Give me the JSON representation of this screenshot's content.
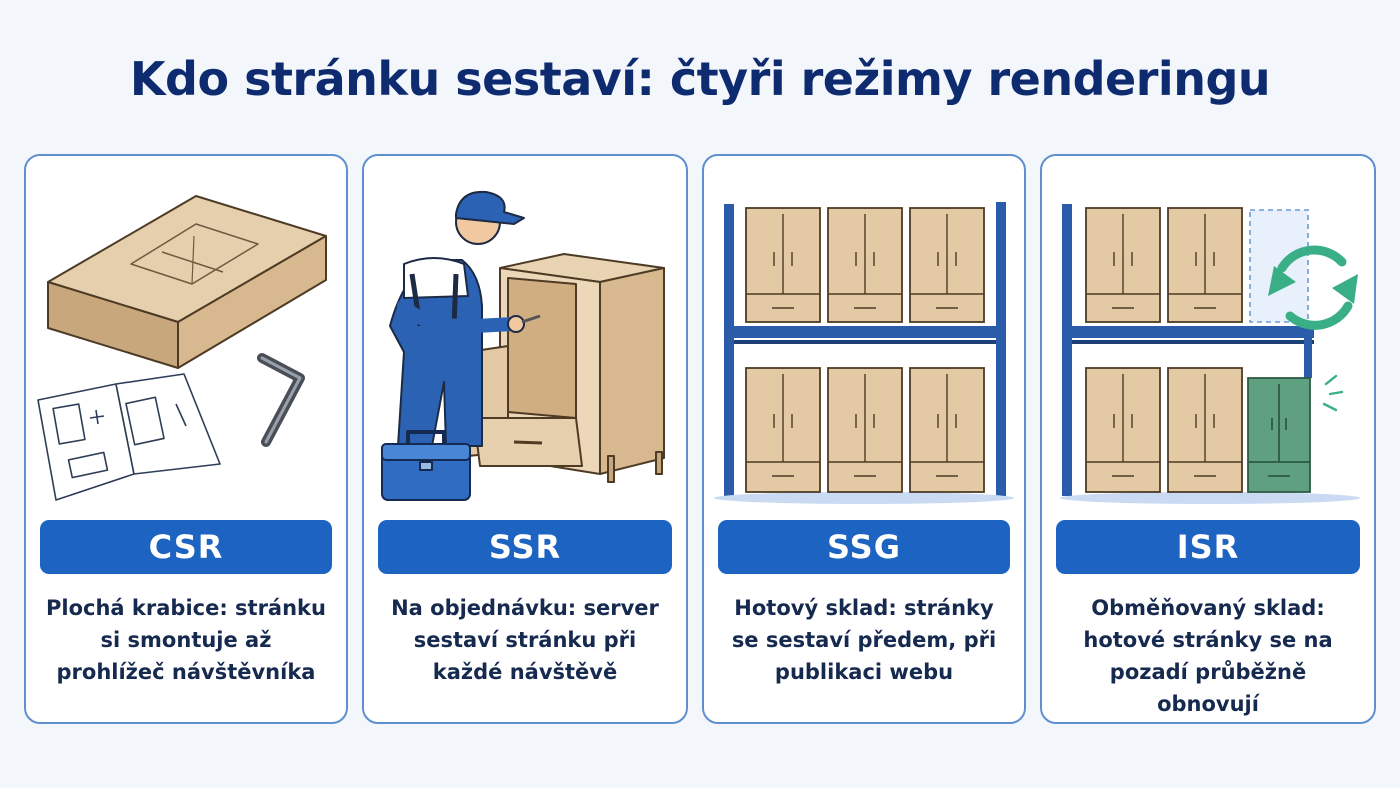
{
  "title": "Kdo stránku sestaví: čtyři režimy renderingu",
  "colors": {
    "accent": "#1d63c1",
    "title": "#0d2b6e",
    "card_border": "#5f8fcf",
    "cardboard": "#e3c9a4",
    "rack": "#2a5caa",
    "refresh": "#3aae86"
  },
  "cards": [
    {
      "label": "CSR",
      "description": "Plochá krabice: stránku si smontuje až prohlížeč návštěvníka",
      "icons": [
        "flat-box-icon",
        "manual-icon",
        "allen-key-icon"
      ]
    },
    {
      "label": "SSR",
      "description": "Na objednávku: server sestaví stránku při každé návštěvě",
      "icons": [
        "worker-icon",
        "cabinet-icon",
        "toolbox-icon"
      ]
    },
    {
      "label": "SSG",
      "description": "Hotový sklad: stránky se sestaví předem, při publikaci webu",
      "icons": [
        "warehouse-rack-icon",
        "cabinet-icon"
      ]
    },
    {
      "label": "ISR",
      "description": "Obměňovaný sklad: hotové stránky se na pozadí průběžně obnovují",
      "icons": [
        "warehouse-rack-icon",
        "refresh-icon",
        "new-cabinet-icon"
      ]
    }
  ]
}
